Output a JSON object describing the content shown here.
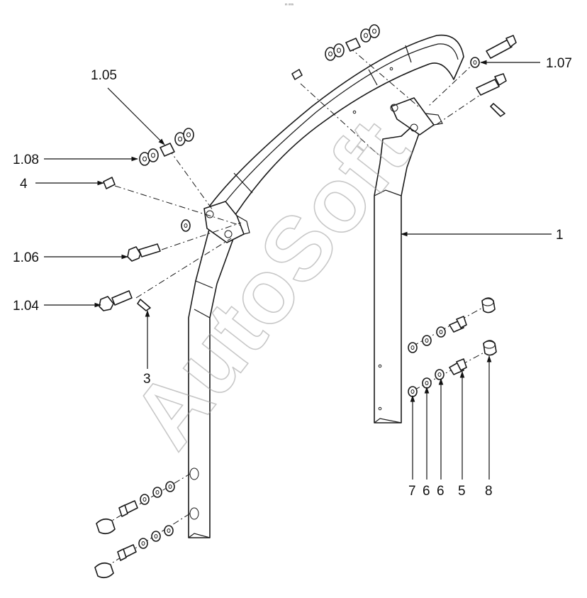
{
  "watermark": "AutoSoft",
  "tiny_mark": "ᵐ ᵐᵐ",
  "colors": {
    "line": "#1a1a1a",
    "watermark": "#9a9a9a"
  },
  "callouts": {
    "c105": "1.05",
    "c108": "1.08",
    "c4": "4",
    "c106": "1.06",
    "c104": "1.04",
    "c3": "3",
    "c107": "1.07",
    "c1": "1",
    "c7": "7",
    "c6a": "6",
    "c6b": "6",
    "c5": "5",
    "c8": "8"
  }
}
